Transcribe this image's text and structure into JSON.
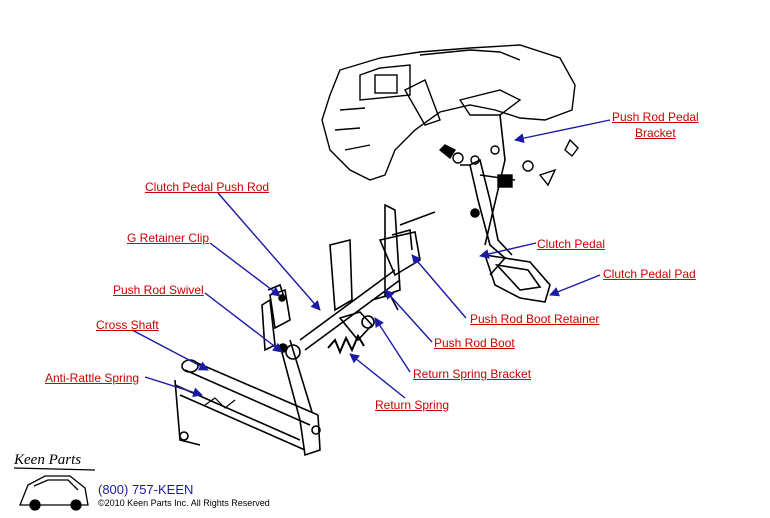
{
  "labels": {
    "push_rod_pedal_bracket_line1": "Push Rod Pedal",
    "push_rod_pedal_bracket_line2": "Bracket",
    "clutch_pedal_push_rod": "Clutch Pedal Push  Rod",
    "g_retainer_clip": "G Retainer Clip",
    "clutch_pedal": "Clutch Pedal",
    "clutch_pedal_pad": "Clutch Pedal Pad",
    "push_rod_swivel": "Push Rod Swivel",
    "push_rod_boot_retainer": "Push Rod Boot Retainer",
    "cross_shaft": "Cross Shaft",
    "push_rod_boot": "Push Rod Boot",
    "anti_rattle_spring": "Anti-Rattle Spring",
    "return_spring_bracket": "Return Spring Bracket",
    "return_spring": "Return Spring"
  },
  "footer": {
    "logo": "Keen Parts",
    "phone": "(800) 757-KEEN",
    "copyright": "©2010 Keen Parts Inc. All Rights Reserved"
  },
  "colors": {
    "label": "#cc0000",
    "leader": "#1a1aa6",
    "drawing": "#000000"
  }
}
